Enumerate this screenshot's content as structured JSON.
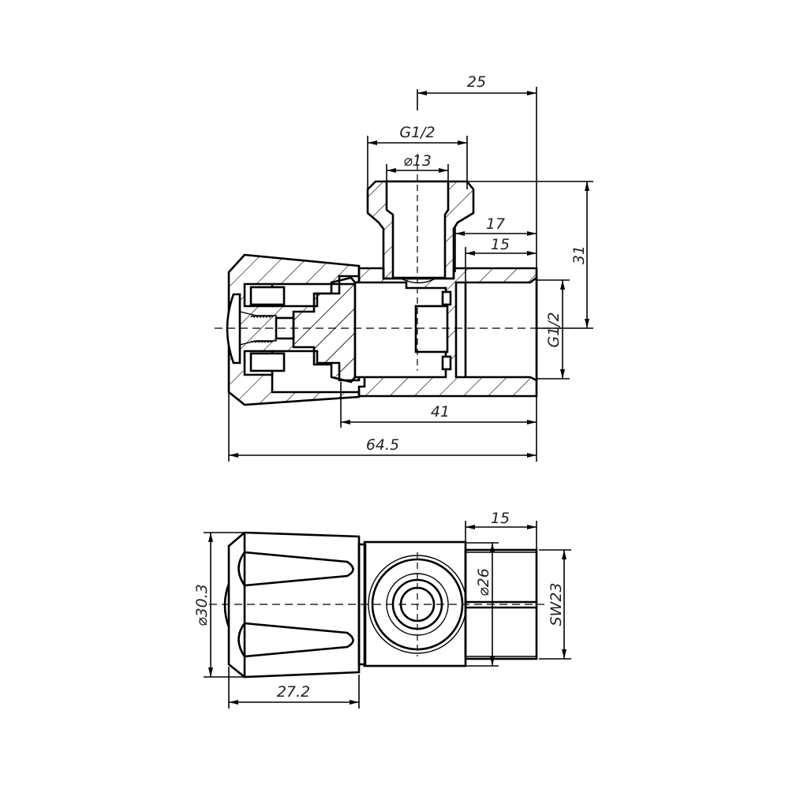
{
  "drawing": {
    "subject": "Angle valve technical drawing",
    "line_color": "#000000",
    "background": "#ffffff"
  },
  "section_view": {
    "dimensions": {
      "top_offset": "25",
      "top_thread": "G1/2",
      "top_bore": "⌀13",
      "outlet_depth_outer": "17",
      "outlet_depth_inner": "15",
      "height": "31",
      "side_thread": "G1/2",
      "body_length": "41",
      "overall_length": "64.5"
    }
  },
  "front_view": {
    "dimensions": {
      "knob_diameter": "⌀30.3",
      "knob_length": "27.2",
      "outlet_length": "15",
      "collar_diameter": "⌀26",
      "wrench_size": "SW23"
    }
  }
}
